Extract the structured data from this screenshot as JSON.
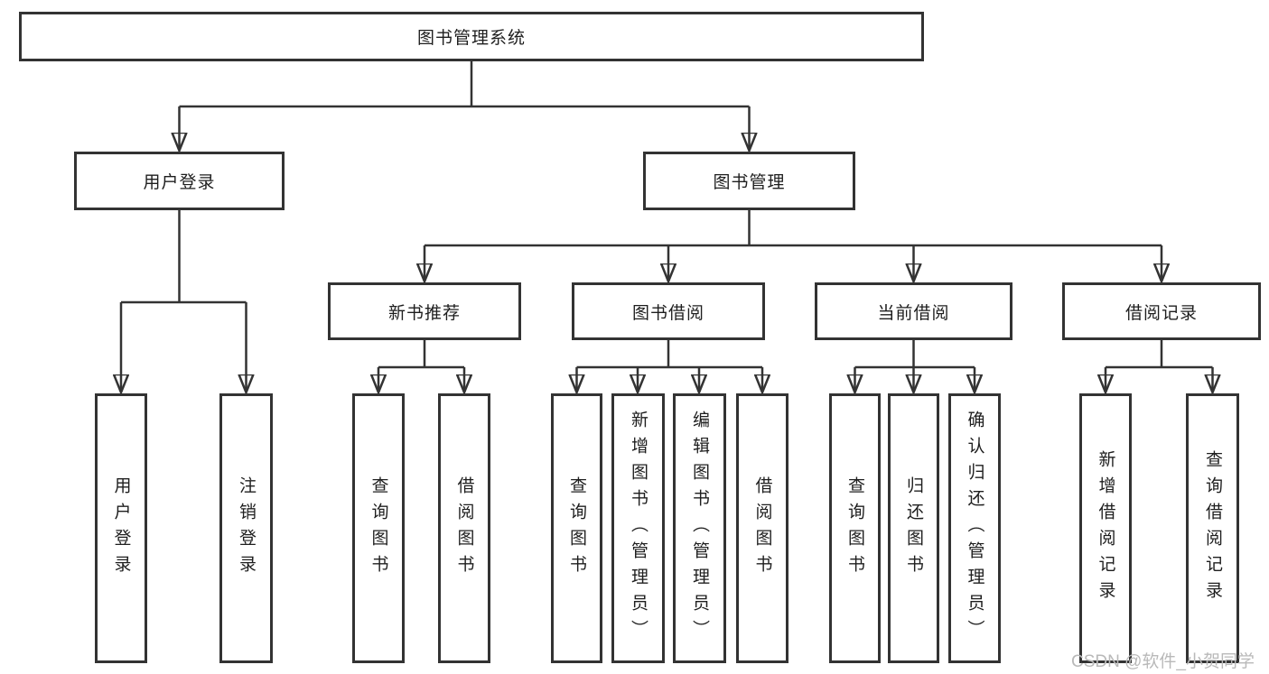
{
  "diagram_type": "hierarchy-tree",
  "colors": {
    "line": "#333333",
    "box_border": "#333333",
    "text": "#1e1e1e",
    "background": "#ffffff",
    "watermark": "#b9b9b9"
  },
  "tree": {
    "label": "图书管理系统",
    "children": [
      {
        "label": "用户登录",
        "children": [
          {
            "label": "用户登录"
          },
          {
            "label": "注销登录"
          }
        ]
      },
      {
        "label": "图书管理",
        "children": [
          {
            "label": "新书推荐",
            "children": [
              {
                "label": "查询图书"
              },
              {
                "label": "借阅图书"
              }
            ]
          },
          {
            "label": "图书借阅",
            "children": [
              {
                "label": "查询图书"
              },
              {
                "label": "新增图书（管理员）"
              },
              {
                "label": "编辑图书（管理员）"
              },
              {
                "label": "借阅图书"
              }
            ]
          },
          {
            "label": "当前借阅",
            "children": [
              {
                "label": "查询图书"
              },
              {
                "label": "归还图书"
              },
              {
                "label": "确认归还（管理员）"
              }
            ]
          },
          {
            "label": "借阅记录",
            "children": [
              {
                "label": "新增借阅记录"
              },
              {
                "label": "查询借阅记录"
              }
            ]
          }
        ]
      }
    ]
  },
  "watermark": {
    "text": "CSDN @软件_小贺同学"
  }
}
